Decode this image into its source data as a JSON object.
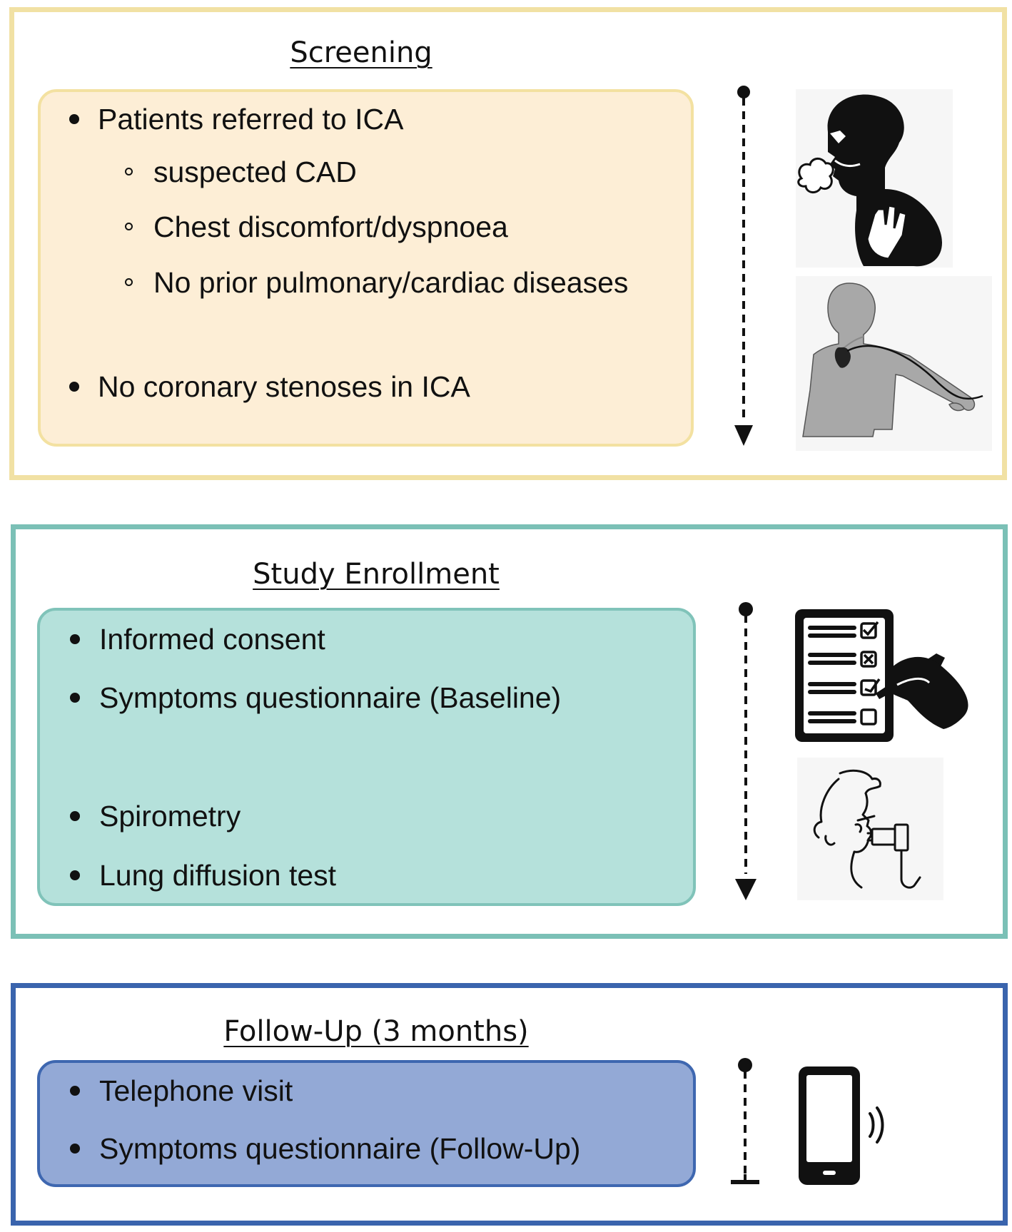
{
  "screening": {
    "title": "Screening",
    "items": [
      "Patients referred to ICA",
      "suspected CAD",
      "Chest discomfort/dyspnoea",
      "No prior pulmonary/cardiac diseases",
      "No coronary stenoses in ICA"
    ],
    "icons": [
      "dyspnoea-person-icon",
      "catheter-angiography-icon"
    ]
  },
  "enrollment": {
    "title": "Study Enrollment",
    "items": [
      "Informed consent",
      "Symptoms questionnaire (Baseline)",
      "Spirometry",
      "Lung diffusion test"
    ],
    "icons": [
      "questionnaire-clipboard-icon",
      "spirometry-person-icon"
    ]
  },
  "followup": {
    "title": "Follow-Up (3 months)",
    "items": [
      "Telephone visit",
      "Symptoms questionnaire (Follow-Up)"
    ],
    "icons": [
      "ringing-phone-icon"
    ]
  },
  "colors": {
    "screening_border": "#f1e1a4",
    "screening_fill": "#fdeed6",
    "enrollment_border": "#7bc0b6",
    "enrollment_fill": "#b5e1db",
    "followup_border": "#3a64ad",
    "followup_fill": "#93a9d6"
  }
}
